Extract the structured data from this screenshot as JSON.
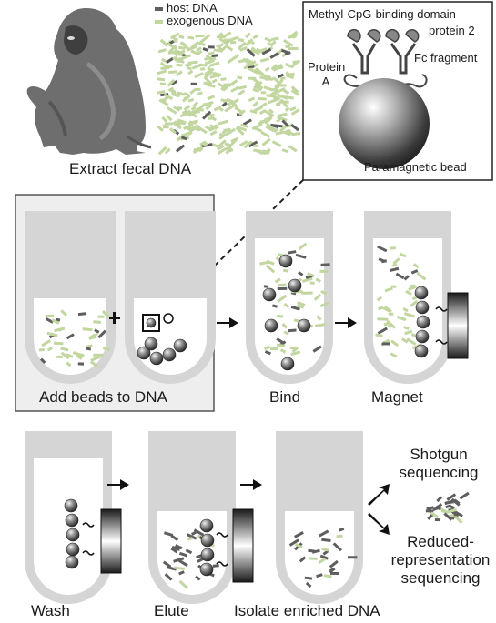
{
  "legend": {
    "host": "host DNA",
    "exogenous": "exogenous DNA"
  },
  "labels": {
    "extract": "Extract fecal DNA",
    "mbd_line1": "Methyl-CpG-binding domain",
    "mbd_line2": "protein 2",
    "protein_a_line1": "Protein",
    "protein_a_line2": "A",
    "fc": "Fc fragment",
    "bead": "Paramagnetic bead",
    "add_beads": "Add beads to DNA",
    "bind": "Bind",
    "magnet": "Magnet",
    "wash": "Wash",
    "elute": "Elute",
    "isolate": "Isolate enriched DNA",
    "shotgun_line1": "Shotgun",
    "shotgun_line2": "sequencing",
    "rrs_line1": "Reduced-",
    "rrs_line2": "representation",
    "rrs_line3": "sequencing"
  },
  "colors": {
    "tube": "#d5d5d5",
    "tube_inner": "#ffffff",
    "host": "#5e5e5e",
    "exogenous": "#c2d6a0",
    "bead": "#4a4a4a",
    "panel_border": "#555555",
    "panel_bg": "#eeeeee"
  },
  "icons": [
    "baboon-icon",
    "magnifier-icon",
    "antibody-icon",
    "magnet-icon",
    "paramagnetic-bead-icon"
  ]
}
